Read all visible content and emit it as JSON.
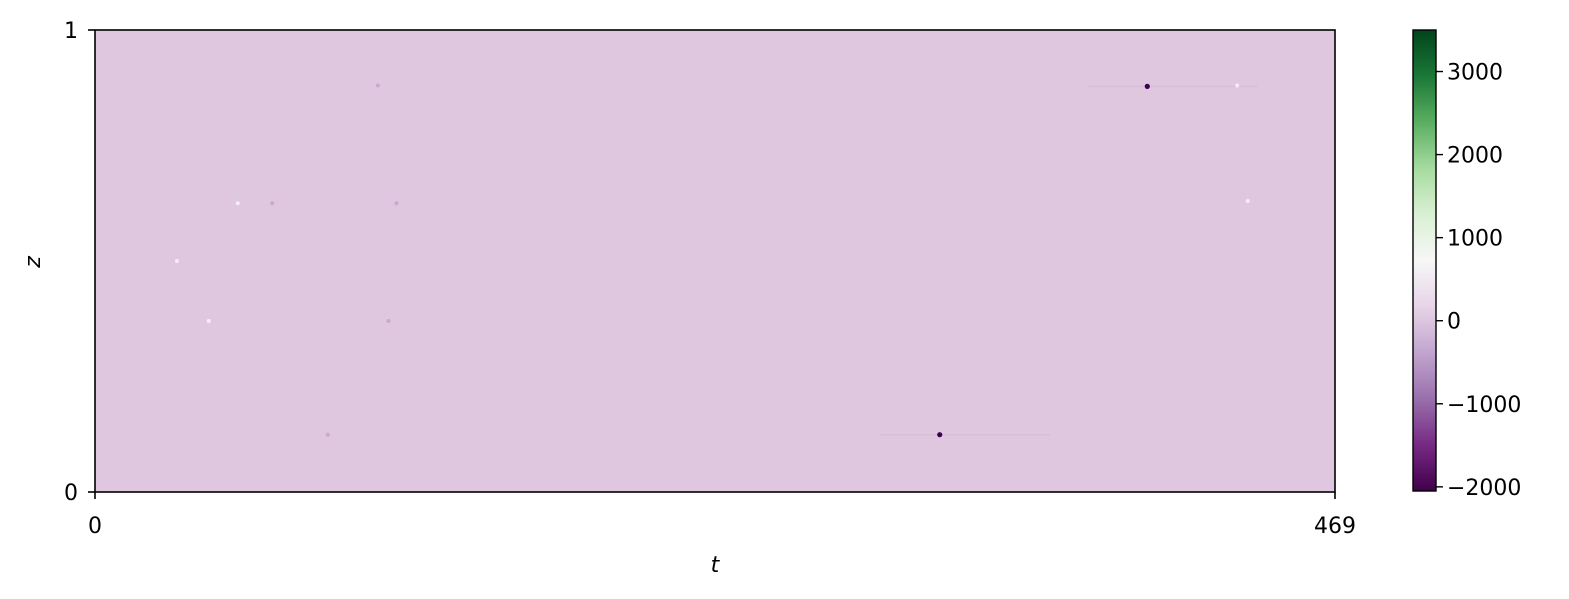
{
  "chart_data": {
    "type": "heatmap",
    "title": "",
    "xlabel": "t",
    "ylabel": "z",
    "xlim": [
      0,
      469
    ],
    "ylim": [
      0,
      1
    ],
    "x_ticks": [
      0,
      469
    ],
    "y_ticks": [
      0,
      1
    ],
    "x_tick_labels": [
      "0",
      "469"
    ],
    "y_tick_labels": [
      "0",
      "1"
    ],
    "colormap": "PRGn",
    "background_value": 0,
    "colorbar": {
      "vmin": -2050,
      "vmax": 3500,
      "ticks": [
        3000,
        2000,
        1000,
        0,
        -1000,
        -2000
      ],
      "tick_labels": [
        "3000",
        "2000",
        "1000",
        "0",
        "−1000",
        "−2000"
      ]
    },
    "features": [
      {
        "t": 319.5,
        "z": 0.124,
        "value": -2000
      },
      {
        "t": 398.0,
        "z": 0.878,
        "value": -1800
      },
      {
        "t": 54.0,
        "z": 0.625,
        "value": 600
      },
      {
        "t": 432.0,
        "z": 0.88,
        "value": 450
      },
      {
        "t": 436.0,
        "z": 0.63,
        "value": 450
      },
      {
        "t": 31.0,
        "z": 0.5,
        "value": 350
      },
      {
        "t": 43.0,
        "z": 0.37,
        "value": 300
      },
      {
        "t": 111.0,
        "z": 0.37,
        "value": -250
      },
      {
        "t": 107.0,
        "z": 0.88,
        "value": -200
      },
      {
        "t": 88.0,
        "z": 0.124,
        "value": -200
      },
      {
        "t": 114.0,
        "z": 0.625,
        "value": -150
      },
      {
        "t": 67.0,
        "z": 0.625,
        "value": -150
      }
    ]
  }
}
